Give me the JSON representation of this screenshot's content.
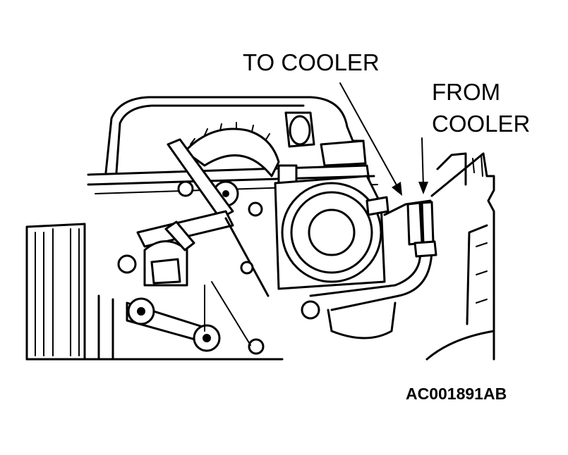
{
  "labels": {
    "to_cooler": "TO COOLER",
    "from_cooler_line1": "FROM",
    "from_cooler_line2": "COOLER"
  },
  "figure_code": "AC001891AB",
  "colors": {
    "ink": "#000000",
    "paper": "#ffffff"
  }
}
